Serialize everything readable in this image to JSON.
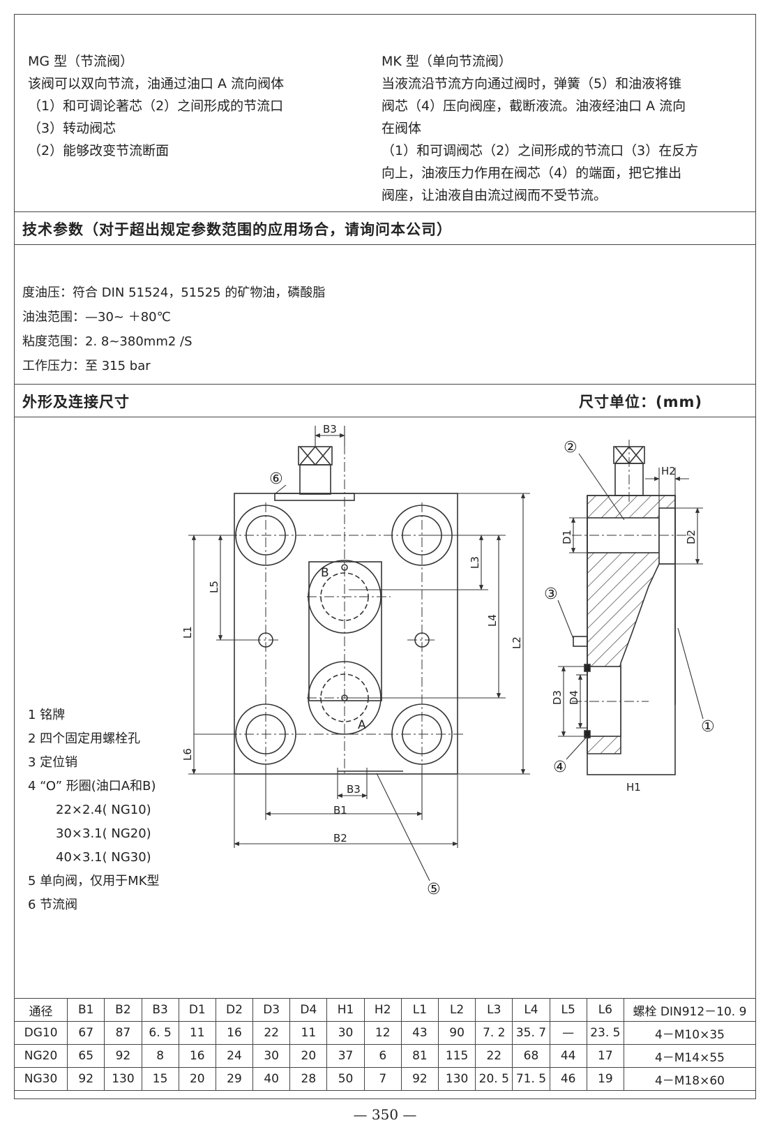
{
  "mg": {
    "title": "MG 型（节流阀）",
    "lines": [
      "该阀可以双向节流，油通过油口 A 流向阀体",
      "（1）和可调论著芯（2）之间形成的节流口",
      "（3）转动阀芯",
      "（2）能够改变节流断面"
    ]
  },
  "mk": {
    "title": "MK 型（单向节流阀）",
    "lines": [
      "当液流沿节流方向通过阀时，弹簧（5）和油液将锥",
      "阀芯（4）压向阀座，截断液流。油液经油口 A 流向",
      "在阀体",
      "（1）和可调阀芯（2）之间形成的节流口（3）在反方",
      "向上，油液压力作用在阀芯（4）的端面，把它推出",
      "阀座，让油液自由流过阀而不受节流。"
    ]
  },
  "tech": {
    "title": "技术参数（对于超出规定参数范围的应用场合，请询问本公司）",
    "lines": [
      "度油压：符合 DIN 51524，51525 的矿物油，磷酸脂",
      "油浊范围：—30~ ＋80℃",
      "粘度范围：2. 8~380mm2 /S",
      "工作压力：至 315 bar"
    ]
  },
  "dims_section": {
    "title": "外形及连接尺寸",
    "unit": "尺寸单位：(mm)"
  },
  "drawing": {
    "labels": {
      "B3": "B3",
      "B1": "B1",
      "B2": "B2",
      "H1": "H1",
      "H2": "H2",
      "D1": "D1",
      "D2": "D2",
      "D3": "D3",
      "D4": "D4",
      "L1": "L1",
      "L2": "L2",
      "L3": "L3",
      "L4": "L4",
      "L5": "L5",
      "L6": "L6",
      "A": "A",
      "B": "B"
    },
    "callouts": [
      "①",
      "②",
      "③",
      "④",
      "⑤",
      "⑥"
    ]
  },
  "legend": [
    "1 铭牌",
    "2 四个固定用螺栓孔",
    "3 定位销",
    "4 “O” 形圈(油口A和B)",
    "22×2.4( NG10)",
    "30×3.1( NG20)",
    "40×3.1( NG30)",
    "5 单向阀，仅用于MK型",
    "6 节流阀"
  ],
  "table": {
    "headers": [
      "通径",
      "B1",
      "B2",
      "B3",
      "D1",
      "D2",
      "D3",
      "D4",
      "H1",
      "H2",
      "L1",
      "L2",
      "L3",
      "L4",
      "L5",
      "L6",
      "螺栓 DIN912－10. 9"
    ],
    "rows": [
      [
        "DG10",
        "67",
        "87",
        "6. 5",
        "11",
        "16",
        "22",
        "11",
        "30",
        "12",
        "43",
        "90",
        "7. 2",
        "35. 7",
        "—",
        "23. 5",
        "4－M10×35"
      ],
      [
        "NG20",
        "65",
        "92",
        "8",
        "16",
        "24",
        "30",
        "20",
        "37",
        "6",
        "81",
        "115",
        "22",
        "68",
        "44",
        "17",
        "4－M14×55"
      ],
      [
        "NG30",
        "92",
        "130",
        "15",
        "20",
        "29",
        "40",
        "28",
        "50",
        "7",
        "92",
        "130",
        "20. 5",
        "71. 5",
        "46",
        "19",
        "4－M18×60"
      ]
    ]
  },
  "page_number": "— 350 —"
}
